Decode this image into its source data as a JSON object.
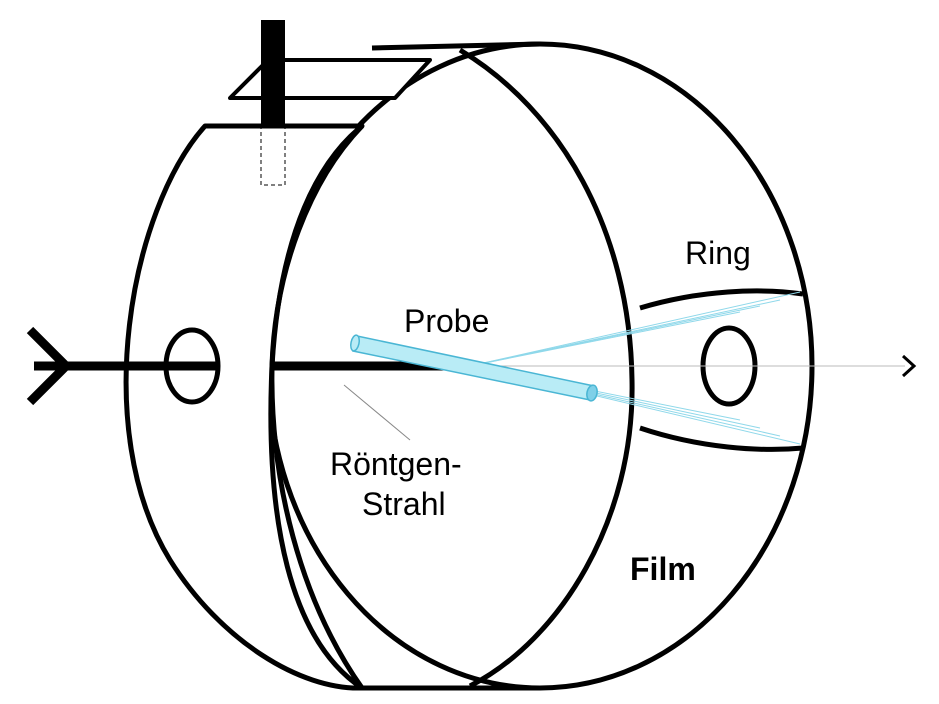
{
  "labels": {
    "ring": "Ring",
    "probe": "Probe",
    "xray_line1": "Röntgen-",
    "xray_line2": "Strahl",
    "film": "Film"
  },
  "colors": {
    "outline": "#000000",
    "sample_fill": "#b9ecf6",
    "sample_stroke": "#4ab6d4",
    "diffraction_lines": "#8fd8ea",
    "background": "#ffffff"
  }
}
